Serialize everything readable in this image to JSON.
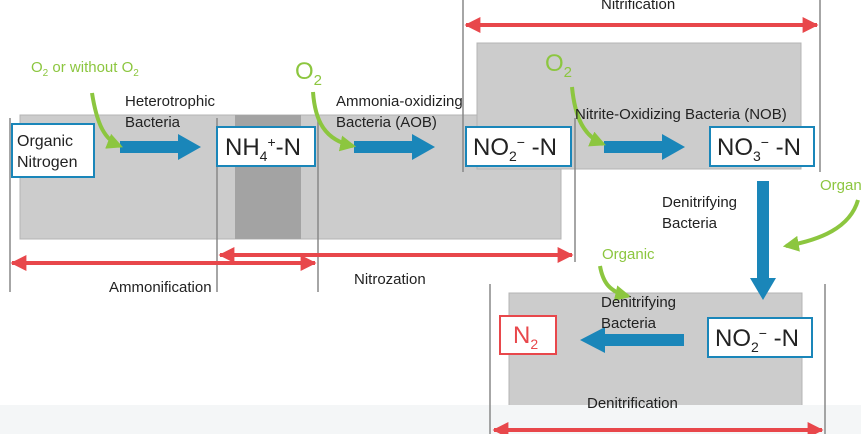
{
  "colors": {
    "process_arrow": "#1a86b9",
    "green_arrow": "#8cc63f",
    "range_line": "#e8474b",
    "panel": "#cccccc",
    "panel_dark": "#a3a3a3",
    "box_border": "#1a86b9",
    "n2_border": "#e8474b"
  },
  "conditions": {
    "o2_or_without": {
      "text": "O",
      "sub": "2",
      "mid": " or without O",
      "sub2": "2"
    },
    "o2_aob": {
      "text": "O",
      "sub": "2"
    },
    "o2_nob": {
      "text": "O",
      "sub": "2"
    },
    "organic_right": "Organ",
    "organic_denit": "Organic"
  },
  "bacteria": {
    "heterotrophic": [
      "Heterotrophic",
      "Bacteria"
    ],
    "aob": [
      "Ammonia-oxidizing",
      "Bacteria (AOB)"
    ],
    "nob": "Nitrite-Oxidizing Bacteria (NOB)",
    "denitrifying_down": [
      "Denitrifying",
      "Bacteria"
    ],
    "denitrifying_left": [
      "Denitrifying",
      "Bacteria"
    ]
  },
  "species": {
    "organic_nitrogen": [
      "Organic",
      "Nitrogen"
    ],
    "nh4": {
      "base": "NH",
      "sub": "4",
      "sup": "+",
      "tail": "-N"
    },
    "no2": {
      "base": "NO",
      "sub": "2",
      "sup": "−",
      "tail": " -N"
    },
    "no3": {
      "base": "NO",
      "sub": "3",
      "sup": "−",
      "tail": " -N"
    },
    "no2_b": {
      "base": "NO",
      "sub": "2",
      "sup": "−",
      "tail": " -N"
    },
    "n2": {
      "base": "N",
      "sub": "2"
    }
  },
  "processes": {
    "nitrification": "Nitrification",
    "ammonification": "Ammonification",
    "nitrozation": "Nitrozation",
    "denitrification": "Denitrification"
  }
}
